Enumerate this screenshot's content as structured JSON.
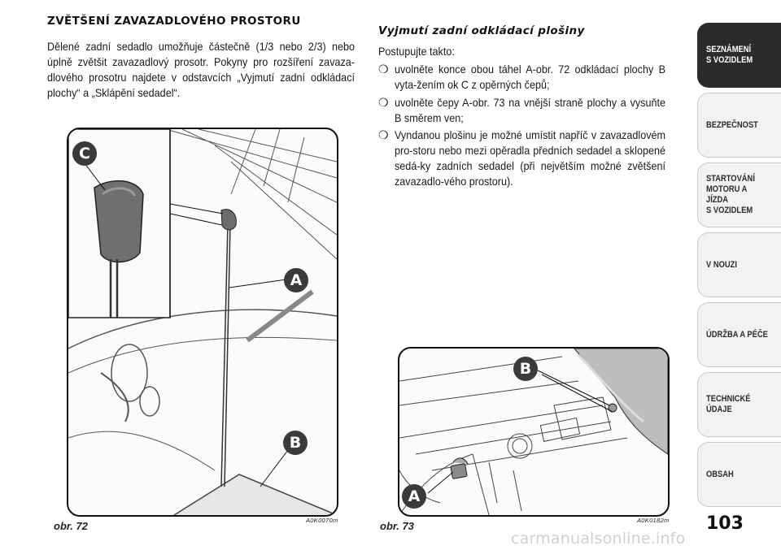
{
  "left": {
    "heading": "ZVĚTŠENÍ ZAVAZADLOVÉHO PROSTORU",
    "paragraph": "Dělené zadní sedadlo umožňuje částečně (1/3 nebo 2/3) nebo úplně zvětšit zavazadlový prosotr. Pokyny pro rozšíření zavaza-dlového prosotru najdete v odstavcích „Vyjmutí zadní odkládací plochy“ a „Sklápění sedadel“."
  },
  "right": {
    "heading": "Vyjmutí zadní odkládací plošiny",
    "intro": "Postupujte takto:",
    "bullets": [
      "uvolněte konce obou táhel A-obr. 72 odkládací plochy B vyta-žením ok C z opěrných čepů;",
      "uvolněte čepy A-obr. 73 na vnější straně plochy a vysuňte B směrem ven;",
      "Vyndanou plošinu je možné umístit napříč v zavazadlovém pro-storu nebo mezi opěradla předních sedadel a sklopené sedá-ky zadních sedadel (při největším možné zvětšení zavazadlo-vého prostoru)."
    ],
    "bullet_glyph": "❍"
  },
  "figures": {
    "fig72": {
      "caption": "obr. 72",
      "code": "A0K0070m",
      "labels": [
        "C",
        "A",
        "B"
      ]
    },
    "fig73": {
      "caption": "obr. 73",
      "code": "A0K0182m",
      "labels": [
        "B",
        "A"
      ]
    }
  },
  "sidebar": {
    "tabs": [
      {
        "label": "SEZNÁMENÍ\nS VOZIDLEM",
        "active": true
      },
      {
        "label": "BEZPEČNOST",
        "active": false
      },
      {
        "label": "STARTOVÁNÍ\nMOTORU A JÍZDA\nS VOZIDLEM",
        "active": false
      },
      {
        "label": "V NOUZI",
        "active": false
      },
      {
        "label": "ÚDRŽBA A PÉČE",
        "active": false
      },
      {
        "label": "TECHNICKÉ\nÚDAJE",
        "active": false
      },
      {
        "label": "OBSAH",
        "active": false
      }
    ]
  },
  "page_number": "103",
  "watermark": "carmanualsonline.info"
}
